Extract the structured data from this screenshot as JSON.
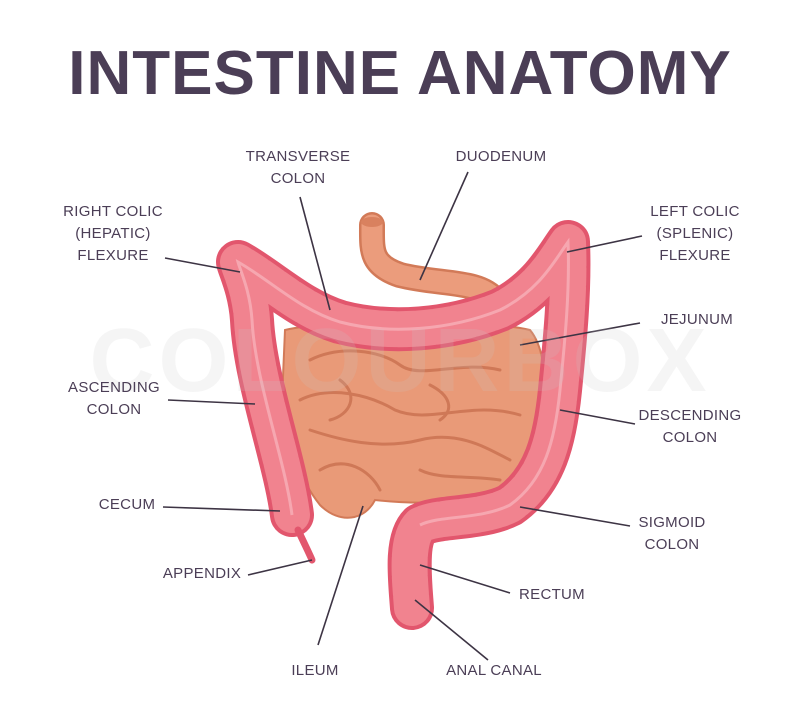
{
  "title": "INTESTINE ANATOMY",
  "watermark": "COLOURBOX",
  "colors": {
    "title": "#4b3e56",
    "colon": "#f1838f",
    "colon_outline": "#e2566d",
    "small_intestine": "#e99a78",
    "small_intestine_dark": "#c9704f"
  },
  "labels": {
    "transverse_colon": [
      "TRANSVERSE",
      "COLON"
    ],
    "duodenum": [
      "DUODENUM"
    ],
    "right_colic_flexure": [
      "RIGHT COLIC",
      "(HEPATIC)",
      "FLEXURE"
    ],
    "left_colic_flexure": [
      "LEFT COLIC",
      "(SPLENIC)",
      "FLEXURE"
    ],
    "jejunum": [
      "JEJUNUM"
    ],
    "ascending_colon": [
      "ASCENDING",
      "COLON"
    ],
    "descending_colon": [
      "DESCENDING",
      "COLON"
    ],
    "cecum": [
      "CECUM"
    ],
    "sigmoid_colon": [
      "SIGMOID",
      "COLON"
    ],
    "appendix": [
      "APPENDIX"
    ],
    "rectum": [
      "RECTUM"
    ],
    "ileum": [
      "ILEUM"
    ],
    "anal_canal": [
      "ANAL CANAL"
    ]
  }
}
